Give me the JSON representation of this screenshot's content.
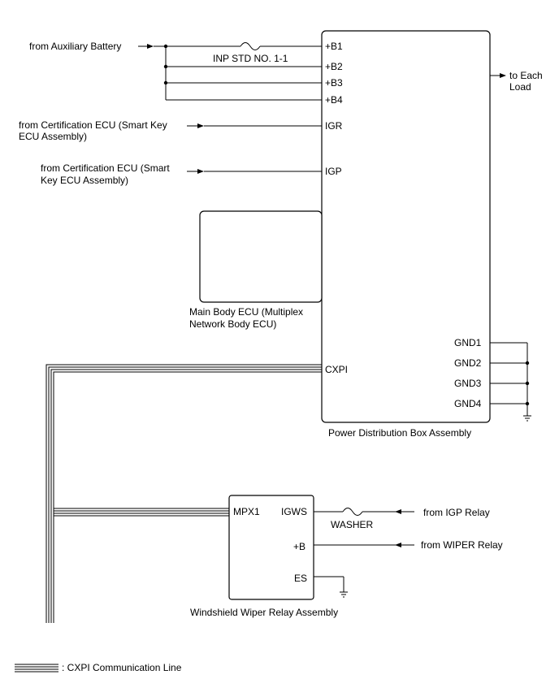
{
  "sources": {
    "aux_battery": "from Auxiliary Battery",
    "cert_ecu_1_line1": "from Certification ECU (Smart Key",
    "cert_ecu_1_line2": "ECU Assembly)",
    "cert_ecu_2_line1": "from Certification ECU (Smart",
    "cert_ecu_2_line2": "Key ECU Assembly)",
    "igp_relay": "from IGP Relay",
    "wiper_relay": "from WIPER Relay"
  },
  "fuses": {
    "inp_std": "INP STD NO. 1-1",
    "washer": "WASHER"
  },
  "power_box": {
    "label": "Power Distribution Box Assembly",
    "pins": {
      "b1": "+B1",
      "b2": "+B2",
      "b3": "+B3",
      "b4": "+B4",
      "igr": "IGR",
      "igp": "IGP",
      "cxpi": "CXPI",
      "gnd1": "GND1",
      "gnd2": "GND2",
      "gnd3": "GND3",
      "gnd4": "GND4"
    },
    "output_line1": "to Each",
    "output_line2": "Load"
  },
  "main_body_ecu": {
    "label_line1": "Main Body ECU (Multiplex",
    "label_line2": "Network Body ECU)"
  },
  "wiper_relay_assy": {
    "label": "Windshield Wiper Relay Assembly",
    "pins": {
      "mpx1": "MPX1",
      "igws": "IGWS",
      "b": "+B",
      "es": "ES"
    }
  },
  "legend": {
    "cxpi_line": ": CXPI Communication Line"
  }
}
